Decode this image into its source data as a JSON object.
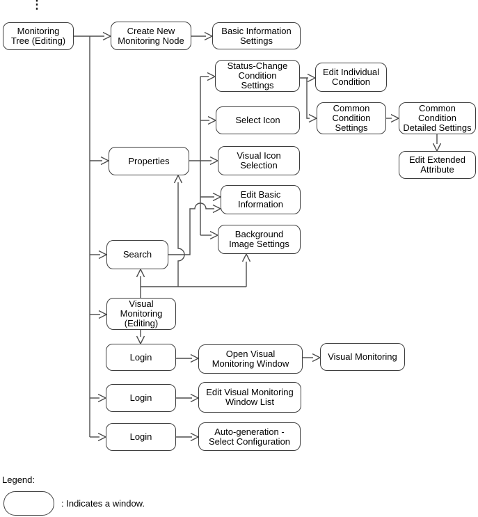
{
  "diagram": {
    "continuation_mark": "⋮",
    "nodes": {
      "monitoring_tree": {
        "lines": [
          "Monitoring",
          "Tree (Editing)"
        ]
      },
      "create_new_node": {
        "lines": [
          "Create New",
          "Monitoring Node"
        ]
      },
      "basic_info_settings": {
        "lines": [
          "Basic Information",
          "Settings"
        ]
      },
      "status_change_condition": {
        "lines": [
          "Status-Change",
          "Condition",
          "Settings"
        ]
      },
      "edit_individual_condition": {
        "lines": [
          "Edit Individual",
          "Condition"
        ]
      },
      "select_icon": {
        "lines": [
          "Select Icon"
        ]
      },
      "common_condition_settings": {
        "lines": [
          "Common",
          "Condition",
          "Settings"
        ]
      },
      "common_condition_detailed": {
        "lines": [
          "Common",
          "Condition",
          "Detailed Settings"
        ]
      },
      "edit_extended_attribute": {
        "lines": [
          "Edit Extended",
          "Attribute"
        ]
      },
      "properties": {
        "lines": [
          "Properties"
        ]
      },
      "visual_icon_selection": {
        "lines": [
          "Visual Icon",
          "Selection"
        ]
      },
      "edit_basic_information": {
        "lines": [
          "Edit Basic",
          "Information"
        ]
      },
      "background_image_settings": {
        "lines": [
          "Background",
          "Image Settings"
        ]
      },
      "search": {
        "lines": [
          "Search"
        ]
      },
      "visual_monitoring_editing": {
        "lines": [
          "Visual",
          "Monitoring",
          "(Editing)"
        ]
      },
      "login_1": {
        "lines": [
          "Login"
        ]
      },
      "open_visual_monitoring_window": {
        "lines": [
          "Open Visual",
          "Monitoring Window"
        ]
      },
      "visual_monitoring": {
        "lines": [
          "Visual Monitoring"
        ]
      },
      "login_2": {
        "lines": [
          "Login"
        ]
      },
      "edit_visual_monitoring_window_list": {
        "lines": [
          "Edit Visual Monitoring",
          "Window List"
        ]
      },
      "login_3": {
        "lines": [
          "Login"
        ]
      },
      "auto_generation_select_config": {
        "lines": [
          "Auto-generation -",
          "Select Configuration"
        ]
      }
    },
    "legend": {
      "label": "Legend:",
      "note": ": Indicates a window."
    },
    "colors": {
      "line": "#4d4d4d",
      "box_border": "#3d3d3d",
      "text": "#000000",
      "background": "#ffffff"
    }
  }
}
